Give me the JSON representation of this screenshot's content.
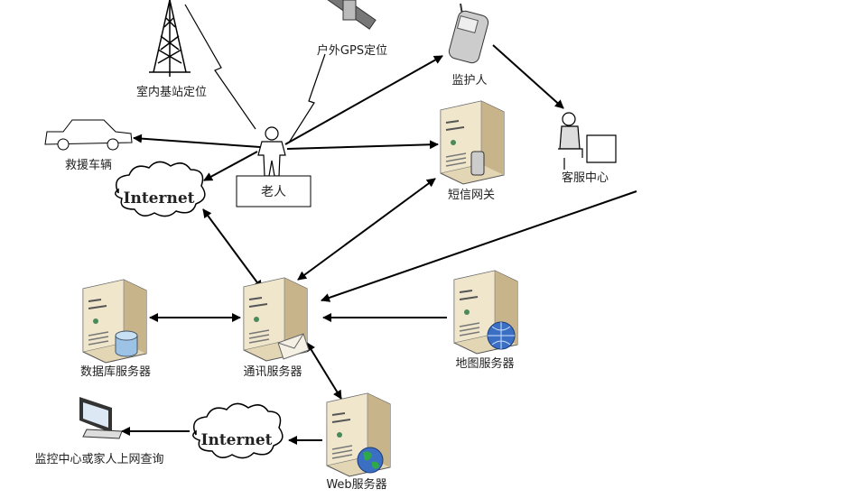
{
  "nodes": {
    "tower": "室内基站定位",
    "gps": "户外GPS定位",
    "guardian": "监护人",
    "service_center": "客服中心",
    "rescue_vehicle": "救援车辆",
    "elder": "老人",
    "internet_top": "Internet",
    "sms_gateway": "短信网关",
    "comm_server": "通讯服务器",
    "db_server": "数据库服务器",
    "map_server": "地图服务器",
    "web_server": "Web服务器",
    "internet_bottom": "Internet",
    "monitor_center": "监控中心或家人上网查询"
  },
  "colors": {
    "server": "#e3d6b4",
    "server_dark": "#b9a57c",
    "db": "#9cc3e6",
    "globe": "#3a6fc4"
  }
}
